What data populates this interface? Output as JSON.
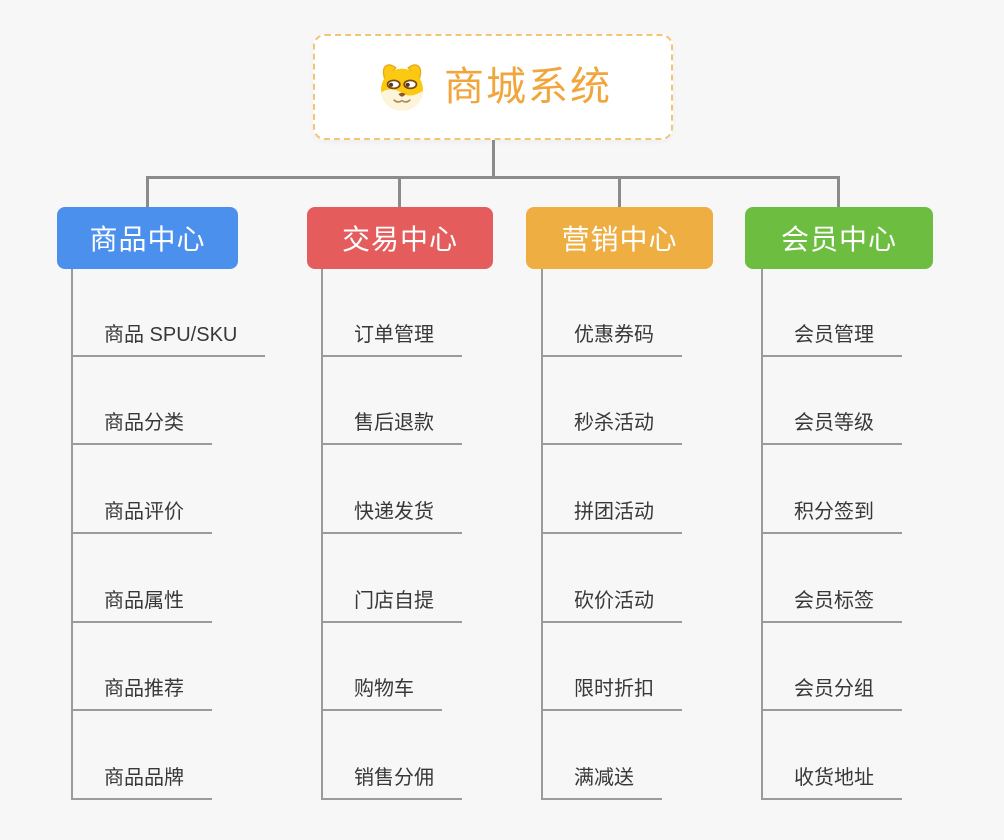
{
  "root": {
    "title": "商城系统",
    "icon": "dog-face-icon",
    "title_color": "#F0A63C",
    "border_color": "#F2C575"
  },
  "connector_color": "#8B8B8B",
  "branches": [
    {
      "label": "商品中心",
      "color": "#4B90EC",
      "items": [
        "商品 SPU/SKU",
        "商品分类",
        "商品评价",
        "商品属性",
        "商品推荐",
        "商品品牌"
      ]
    },
    {
      "label": "交易中心",
      "color": "#E45C5C",
      "items": [
        "订单管理",
        "售后退款",
        "快递发货",
        "门店自提",
        "购物车",
        "销售分佣"
      ]
    },
    {
      "label": "营销中心",
      "color": "#EEAE42",
      "items": [
        "优惠券码",
        "秒杀活动",
        "拼团活动",
        "砍价活动",
        "限时折扣",
        "满减送"
      ]
    },
    {
      "label": "会员中心",
      "color": "#6CBD40",
      "items": [
        "会员管理",
        "会员等级",
        "积分签到",
        "会员标签",
        "会员分组",
        "收货地址"
      ]
    }
  ]
}
